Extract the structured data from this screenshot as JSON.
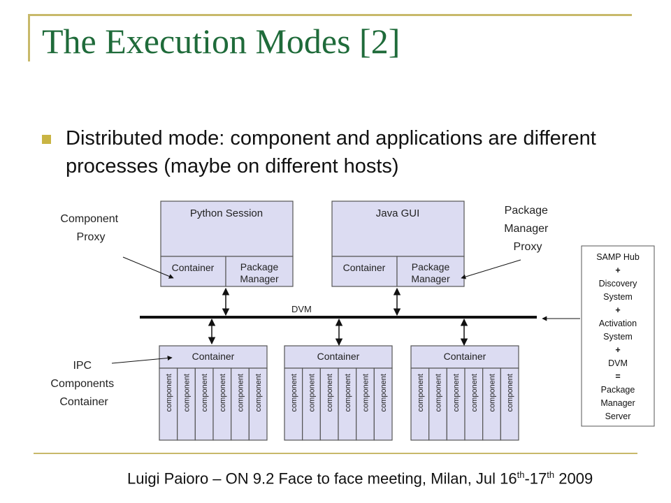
{
  "title": "The Execution Modes [2]",
  "bullet": "Distributed mode: component and applications are different processes (maybe on different hosts)",
  "footer": {
    "text": "Luigi Paioro – ON 9.2 Face to face meeting, Milan, Jul 16",
    "sup1": "th",
    "mid": "-17",
    "sup2": "th",
    "end": " 2009"
  },
  "diagram": {
    "python_session": "Python Session",
    "java_gui": "Java GUI",
    "container": "Container",
    "package": "Package",
    "manager": "Manager",
    "dvm": "DVM",
    "component": "component",
    "callouts": {
      "component_proxy": [
        "Component",
        "Proxy"
      ],
      "package_manager_proxy": [
        "Package",
        "Manager",
        "Proxy"
      ],
      "ipc": [
        "IPC",
        "Components",
        "Container"
      ]
    },
    "samp_box": [
      "SAMP Hub",
      "+",
      "Discovery",
      "System",
      "+",
      "Activation",
      "System",
      "+",
      "DVM",
      "=",
      "Package",
      "Manager",
      "Server"
    ]
  }
}
